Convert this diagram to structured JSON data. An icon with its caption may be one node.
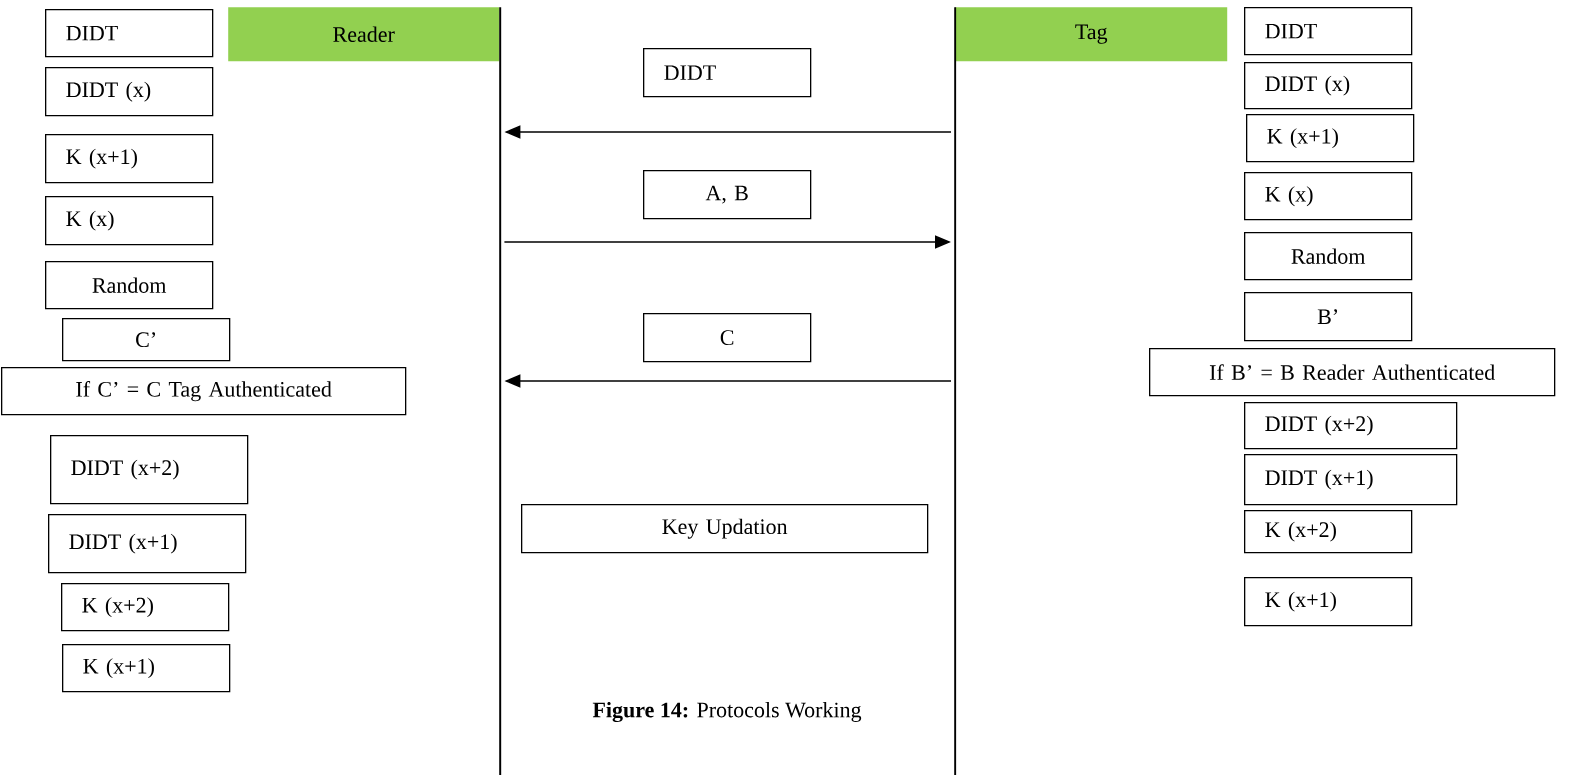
{
  "diagram": {
    "caption": "**Figure 14:** Protocols Working",
    "nodes": [
      {
        "text": [
          "Reader"
        ]
      },
      {
        "text": [
          "Tag"
        ]
      },
      {
        "text": [],
        "shape": "bar"
      },
      {
        "text": [],
        "shape": "bar"
      },
      {
        "text": [
          "DIDT"
        ]
      },
      {
        "text": [
          "DIDT (x)"
        ]
      },
      {
        "text": [
          "K (x+1)"
        ]
      },
      {
        "text": [
          "K (x)"
        ]
      },
      {
        "text": [
          "Random"
        ]
      },
      {
        "text": [
          "C’"
        ]
      },
      {
        "text": [
          "If C’ = C Tag Authenticated"
        ]
      },
      {
        "text": [
          "DIDT (x+2)"
        ]
      },
      {
        "text": [
          "DIDT (x+1)"
        ]
      },
      {
        "text": [
          "K (x+2)"
        ]
      },
      {
        "text": [
          "K (x+1)"
        ]
      },
      {
        "text": [
          "DIDT"
        ]
      },
      {
        "text": [
          "A, B"
        ]
      },
      {
        "text": [
          "C"
        ]
      },
      {
        "text": [
          "Key Updation"
        ]
      },
      {
        "text": [
          "DIDT"
        ]
      },
      {
        "text": [
          "DIDT (x)"
        ]
      },
      {
        "text": [
          "K (x+1)"
        ]
      },
      {
        "text": [
          "K (x)"
        ]
      },
      {
        "text": [
          "Random"
        ]
      },
      {
        "text": [
          "B’"
        ]
      },
      {
        "text": [
          "If B’ = B Reader Authenticated"
        ]
      },
      {
        "text": [
          "DIDT (x+2)"
        ]
      },
      {
        "text": [
          "DIDT (x+1)"
        ]
      },
      {
        "text": [
          "K (x+2)"
        ]
      },
      {
        "text": [
          "K (x+1)"
        ]
      }
    ],
    "edges": [
      {
        "from": 3,
        "to": 2,
        "arrow": "to"
      },
      {
        "from": 2,
        "to": 3,
        "arrow": "to"
      },
      {
        "from": 3,
        "to": 2,
        "arrow": "to"
      }
    ]
  }
}
